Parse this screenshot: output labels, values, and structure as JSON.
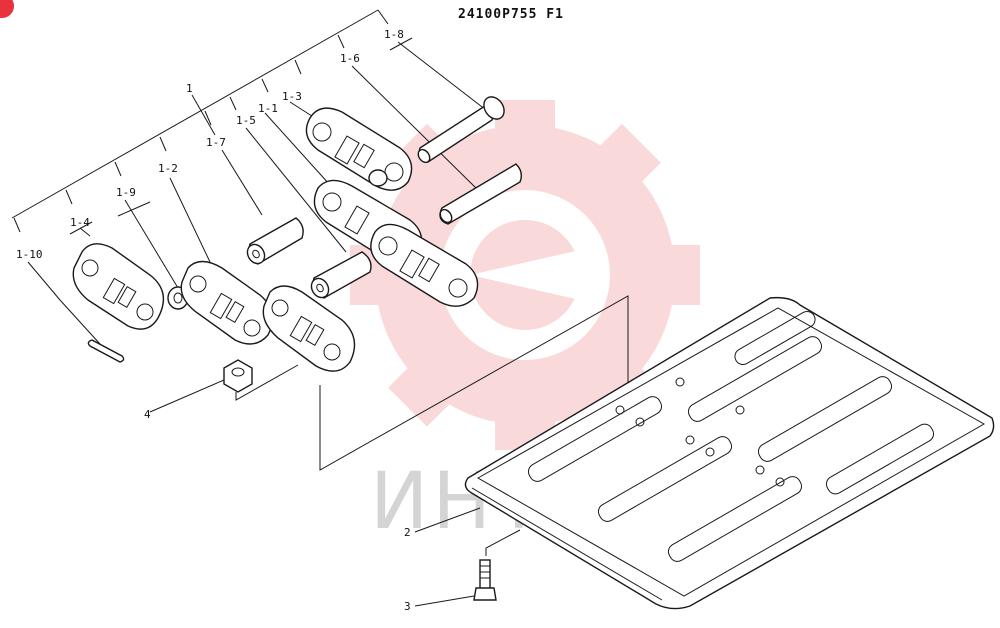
{
  "drawing": {
    "code": "24100P755 F1",
    "watermark_text": "ИНТЕХ",
    "watermark_color": "#e8323c",
    "line_color": "#1a1a1a"
  },
  "callouts": {
    "c_1_10": "1-10",
    "c_1_4": "1-4",
    "c_1_9": "1-9",
    "c_1_2": "1-2",
    "c_1_7": "1-7",
    "c_1": "1",
    "c_1_5": "1-5",
    "c_1_1": "1-1",
    "c_1_3": "1-3",
    "c_1_6": "1-6",
    "c_1_8": "1-8",
    "c_2": "2",
    "c_3": "3",
    "c_4": "4"
  }
}
